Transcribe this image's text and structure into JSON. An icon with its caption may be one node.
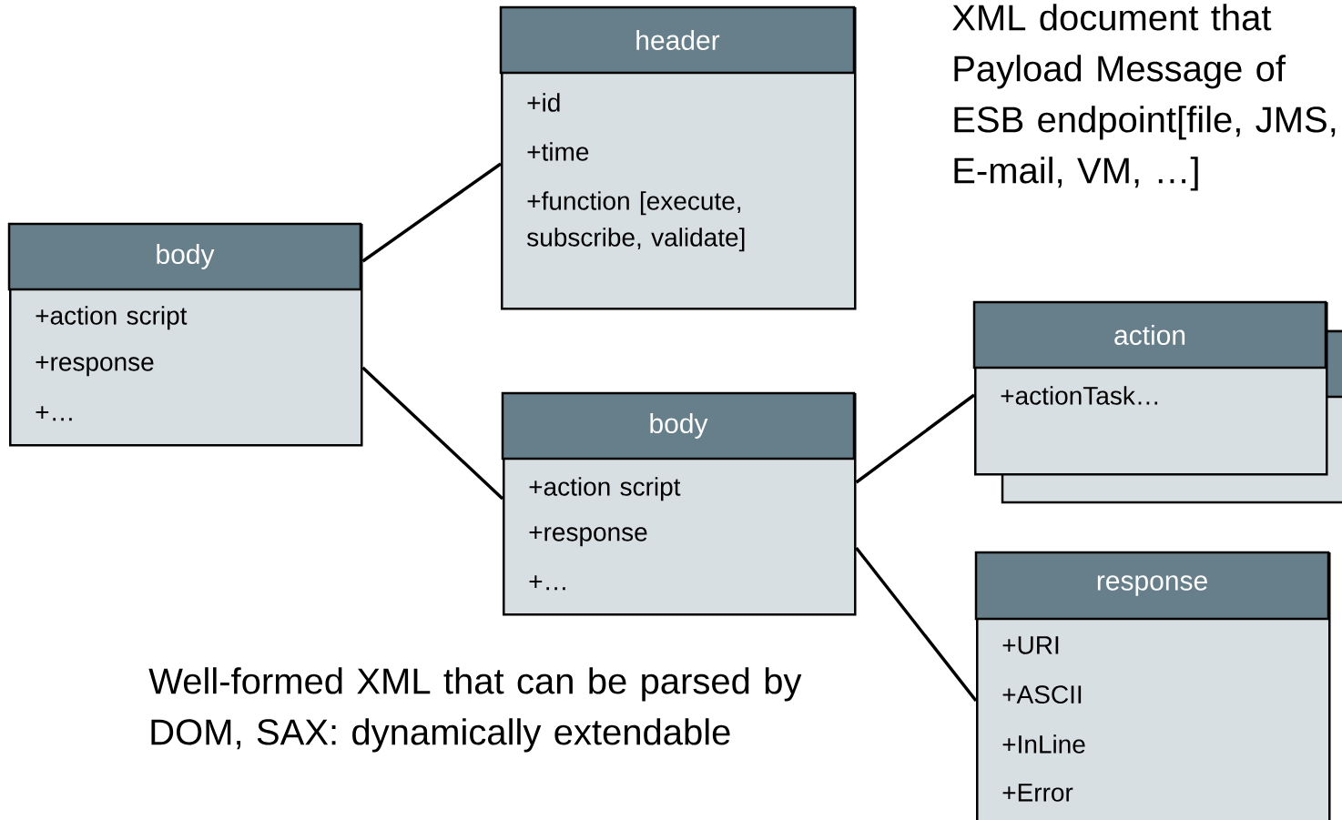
{
  "diagram": {
    "nodes": [
      {
        "text": [
          "body",
          "+action script",
          "+response",
          "+…"
        ]
      },
      {
        "text": [
          "header",
          "+id",
          "+time",
          "+function [execute, subscribe, validate]"
        ]
      },
      {
        "text": [
          "body",
          "+action script",
          "+response",
          "+…"
        ]
      },
      {
        "text": [
          "action",
          "+actionTask…"
        ]
      },
      {
        "text": [
          "response",
          "+URI",
          "+ASCII",
          "+InLine",
          "+Error"
        ]
      }
    ],
    "edges": [
      {
        "from": 0,
        "to": 1,
        "arrow": "none"
      },
      {
        "from": 0,
        "to": 2,
        "arrow": "none"
      },
      {
        "from": 2,
        "to": 3,
        "arrow": "none"
      },
      {
        "from": 2,
        "to": 4,
        "arrow": "none"
      }
    ],
    "labels": [
      "XML document that Payload Message of ESB endpoint[file, JMS, E-mail, VM, …]",
      "Well-formed XML that can be parsed by DOM, SAX: dynamically extendable"
    ]
  }
}
